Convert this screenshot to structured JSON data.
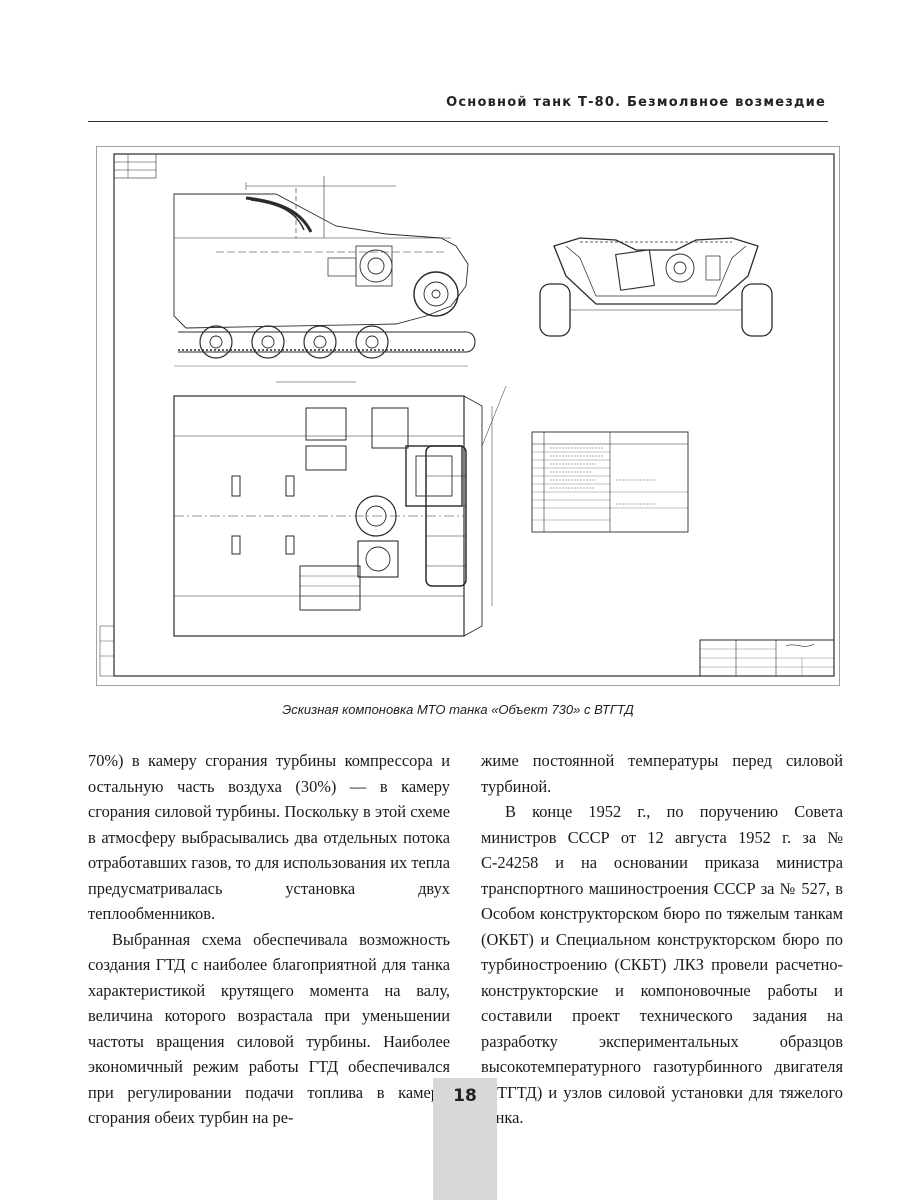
{
  "header": {
    "running_title": "Основной танк Т-80. Безмолвное возмездие"
  },
  "figure": {
    "caption": "Эскизная компоновка МТО танка «Объект 730» с ВТГТД"
  },
  "body": {
    "left_column": [
      "70%) в камеру сгорания турбины компрессора и остальную часть воздуха (30%) — в камеру сгорания силовой турбины. Поскольку в этой схеме в атмосферу выбрасывались два отдельных потока отработавших газов, то для использования их тепла предусматривалась установка двух теплообменников.",
      "Выбранная схема обеспечивала возможность создания ГТД с наиболее благоприятной для танка характеристикой крутящего момента на валу, величина которого возрастала при уменьшении частоты вращения силовой турбины. Наиболее экономичный режим работы ГТД обеспечивался при регулировании подачи топлива в камеры сгорания обеих турбин на ре-"
    ],
    "right_column": [
      "жиме постоянной температуры перед силовой турбиной.",
      "В конце 1952 г., по поручению Совета министров СССР от 12 августа 1952 г. за № С-24258 и на основании приказа министра транспортного машиностроения СССР за № 527, в Особом конструкторском бюро по тяжелым танкам (ОКБТ) и Специальном конструкторском бюро по турбиностроению (СКБТ) ЛКЗ провели расчетно-конструкторские и компоновочные работы и составили проект технического задания на разработку экспериментальных образцов высокотемпературного газотурбинного двигателя (ВТГТД) и узлов силовой установки для тяжелого танка."
    ]
  },
  "footer": {
    "page_number": "18"
  },
  "colors": {
    "folio_tab": "#d8d8d8",
    "drawing_line": "#2b2b2b",
    "text": "#1a1a1a"
  }
}
